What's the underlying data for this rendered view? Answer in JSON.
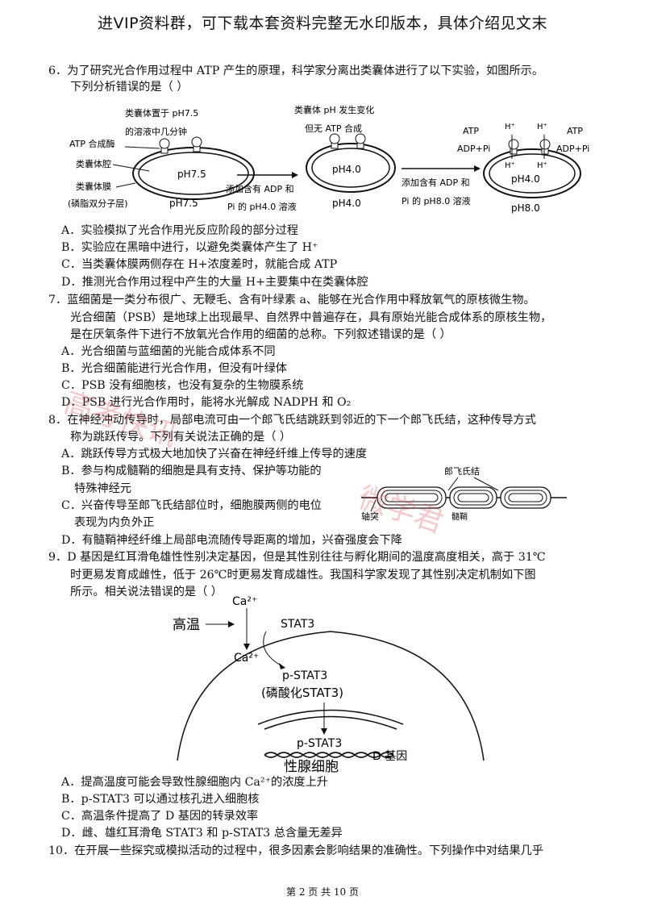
{
  "header": {
    "banner": "进VIP资料群，可下载本套资料完整无水印版本，具体介绍见文末"
  },
  "q6": {
    "stem1": "6．为了研究光合作用过程中 ATP 产生的原理，科学家分离出类囊体进行了以下实验，如图所示。",
    "stem2": "下列分析错误的是（    ）",
    "figure": {
      "t1a": "类囊体置于 pH7.5",
      "t1b": "的溶液中几分钟",
      "atp_synthase": "ATP 合成酶",
      "lumen": "类囊体腔",
      "membrane1": "类囊体膜",
      "membrane2": "(磷脂双分子层)",
      "ph75_in": "pH7.5",
      "ph75_out": "pH7.5",
      "add1a": "添加含有 ADP 和",
      "add1b": "Pi 的 pH4.0 溶液",
      "t2a": "类囊体 pH 发生变化",
      "t2b": "但无 ATP 合成",
      "ph40_in": "pH4.0",
      "ph40_out": "pH4.0",
      "add2a": "添加含有 ADP 和",
      "add2b": "Pi 的 pH8.0 溶液",
      "atp": "ATP",
      "adp_pi": "ADP+Pi",
      "h_plus": "H⁺",
      "ph40_in3": "pH4.0",
      "ph80_out": "pH8.0"
    },
    "A": "A．实验模拟了光合作用光反应阶段的部分过程",
    "B": "B．实验应在黑暗中进行，以避免类囊体产生了 H⁺",
    "C": "C．当类囊体膜两侧存在 H+浓度差时，就能合成 ATP",
    "D": "D．推测光合作用过程中产生的大量 H+主要集中在类囊体腔"
  },
  "q7": {
    "stem1": "7．蓝细菌是一类分布很广、无鞭毛、含有叶绿素 a、能够在光合作用中释放氧气的原核微生物。",
    "stem2": "光合细菌（PSB）是地球上出现最早、自然界中普遍存在，具有原始光能合成体系的原核生物，",
    "stem3": "是在厌氧条件下进行不放氧光合作用的细菌的总称。下列叙述错误的是（        ）",
    "A": "A．光合细菌与蓝细菌的光能合成体系不同",
    "B": "B．光合细菌能进行光合作用，但没有叶绿体",
    "C": "C．PSB 没有细胞核，也没有复杂的生物膜系统",
    "D": "D．PSB 进行光合作用时，能将水光解成 NADPH 和 O₂"
  },
  "q8": {
    "stem1": "8．在神经冲动传导时，局部电流可由一个郎飞氏结跳跃到邻近的下一个郎飞氏结，这种传导方式",
    "stem2": "称为跳跃传导。下列有关说法正确的是（    ）",
    "A": "A．跳跃传导方式极大地加快了兴奋在神经纤维上传导的速度",
    "B1": "B．参与构成髓鞘的细胞是具有支持、保护等功能的",
    "B2": "特殊神经元",
    "C1": "C．兴奋传导至郎飞氏结部位时，细胞膜两侧的电位",
    "C2": "表现为内负外正",
    "D": "D．有髓鞘神经纤维上局部电流随传导距离的增加，兴奋强度会下降",
    "figure": {
      "node": "郎飞氏结",
      "axon": "轴突",
      "myelin": "髓鞘"
    }
  },
  "q9": {
    "stem1": "9．D 基因是红耳滑龟雄性性别决定基因，但是其性别往往与孵化期间的温度高度相关，高于 31℃",
    "stem2": "时更易发育成雌性，低于 26℃时更易发育成雄性。我国科学家发现了其性别决定机制如下图",
    "stem3": "所示。相关说法错误的是（    ）",
    "figure": {
      "ca_out": "Ca²⁺",
      "high_temp": "高温",
      "stat3": "STAT3",
      "ca_in": "Ca²⁺",
      "pstat3": "p-STAT3",
      "phospho": "(磷酸化STAT3)",
      "pstat3_nuc": "p-STAT3",
      "d_gene": "D 基因",
      "cell": "性腺细胞"
    },
    "A": "A．提高温度可能会导致性腺细胞内 Ca²⁺的浓度上升",
    "B": "B．p-STAT3 可以通过核孔进入细胞核",
    "C": "C．高温条件提高了 D 基因的转录效率",
    "D": "D．雌、雄红耳滑龟 STAT3 和 p-STAT3 总含量无差异"
  },
  "q10": {
    "stem1": "10．在开展一些探究或模拟活动的过程中，很多因素会影响结果的准确性。下列操作中对结果几乎"
  },
  "footer": {
    "page": "第 2 页 共 10 页"
  },
  "watermark": {
    "text1": "高考快讯",
    "text2": "微学君"
  }
}
